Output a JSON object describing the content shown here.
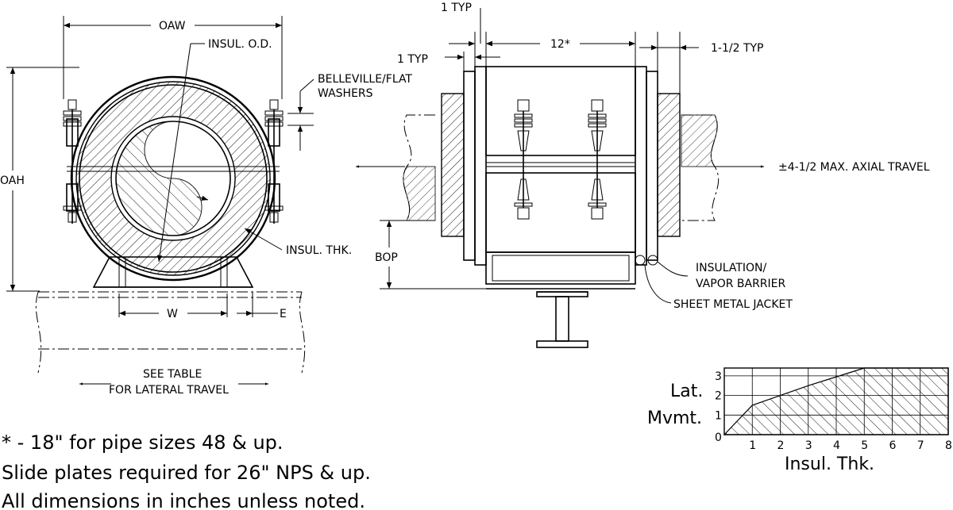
{
  "labels": {
    "oaw": "OAW",
    "insul_od": "INSUL. O.D.",
    "oah": "OAH",
    "belleville_line1": "BELLEVILLE/FLAT",
    "belleville_line2": "WASHERS",
    "insul_thk": "INSUL. THK.",
    "w": "W",
    "e": "E",
    "see_table_line1": "SEE TABLE",
    "see_table_line2": "FOR LATERAL TRAVEL",
    "typ_1_top": "1 TYP",
    "typ_1_left": "1 TYP",
    "dim_12": "12*",
    "typ_1_5": "1-1/2 TYP",
    "axial_travel": "±4-1/2 MAX. AXIAL TRAVEL",
    "bop": "BOP",
    "insulation_line1": "INSULATION/",
    "insulation_line2": "VAPOR BARRIER",
    "sheet_metal": "SHEET METAL JACKET"
  },
  "notes": [
    "* - 18\" for pipe sizes 48 & up.",
    "Slide plates required for 26\" NPS & up.",
    "All dimensions in inches unless noted."
  ],
  "chart_data": {
    "type": "area",
    "x": [
      0,
      1,
      2,
      3,
      4,
      5,
      6,
      7,
      8
    ],
    "values": [
      0,
      1.5,
      2.0,
      2.5,
      2.95,
      3.4,
      3.4,
      3.4,
      3.4
    ],
    "xlabel": "Insul. Thk.",
    "ylabel_line1": "Lat.",
    "ylabel_line2": "Mvmt.",
    "xticks": [
      "0",
      "1",
      "2",
      "3",
      "4",
      "5",
      "6",
      "7",
      "8"
    ],
    "yticks": [
      "1",
      "2",
      "3"
    ],
    "xlim": [
      0,
      8
    ],
    "ylim": [
      0,
      3.4
    ],
    "grid": true,
    "fill": "hatched"
  }
}
